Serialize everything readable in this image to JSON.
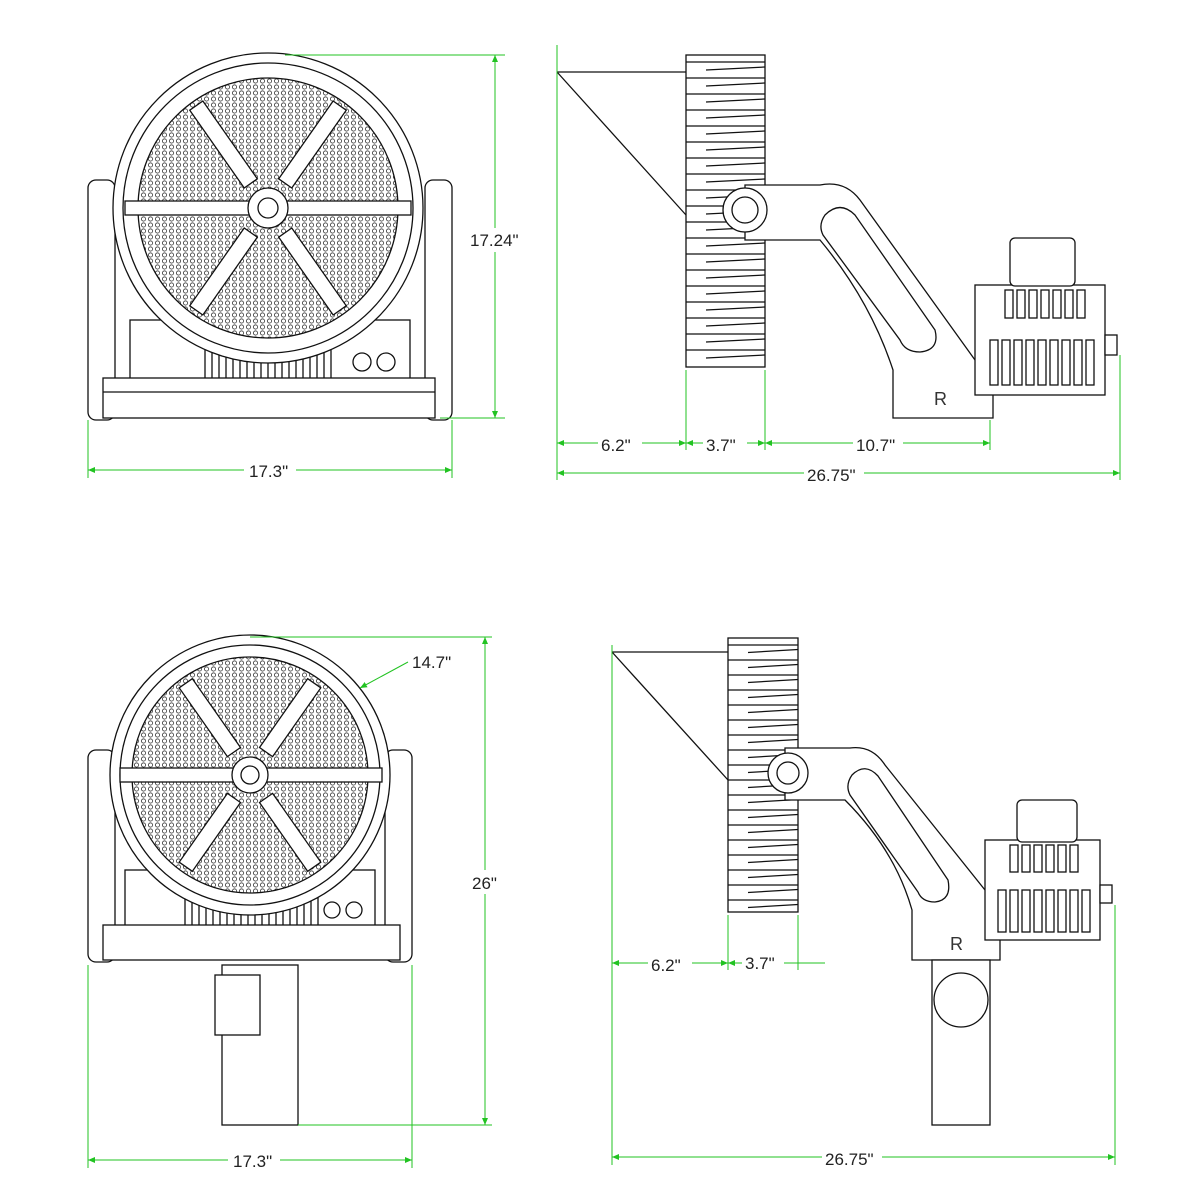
{
  "colors": {
    "dimension": "#22c322",
    "drawing": "#111111"
  },
  "views": {
    "front_standard": {
      "height": "17.24\"",
      "width": "17.3\""
    },
    "side_standard": {
      "d1": "6.2\"",
      "d2": "3.7\"",
      "d3": "10.7\"",
      "total": "26.75\"",
      "arm_mark": "R"
    },
    "front_slipfitter": {
      "diameter": "14.7\"",
      "height": "26\"",
      "width": "17.3\""
    },
    "side_slipfitter": {
      "d1": "6.2\"",
      "d2": "3.7\"",
      "total": "26.75\"",
      "arm_mark": "R"
    }
  }
}
